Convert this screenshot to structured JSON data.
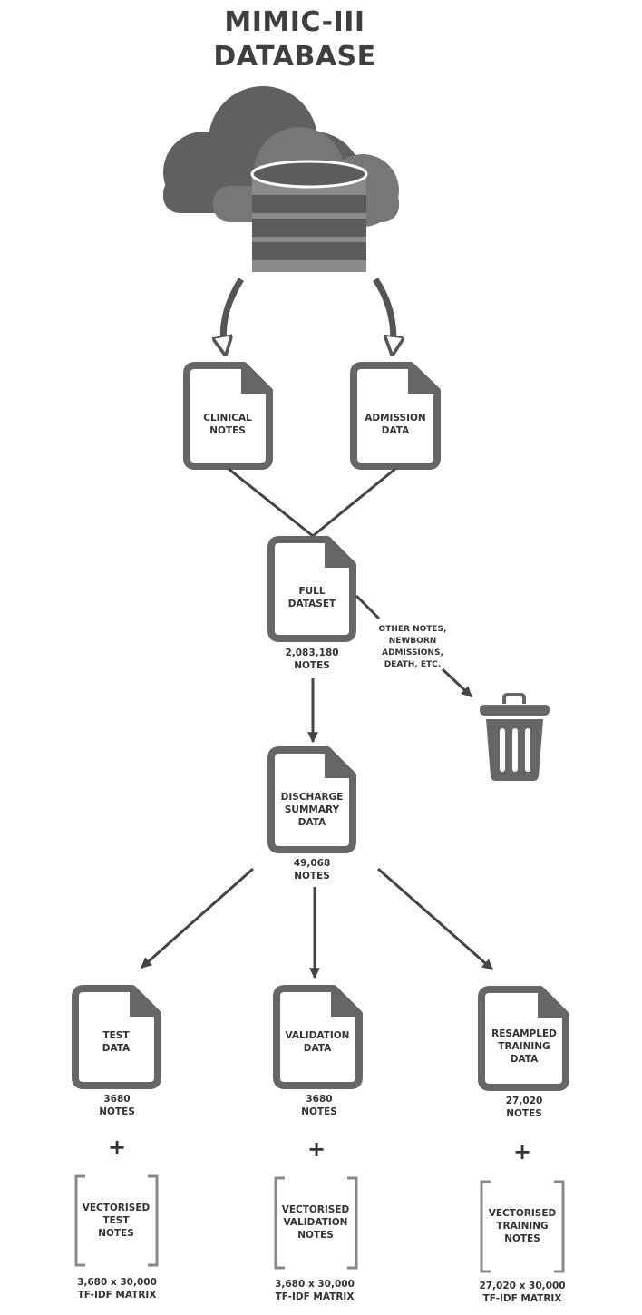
{
  "title": {
    "line1": "MIMIC-III",
    "line2": "DATABASE"
  },
  "docs": {
    "clinical_notes": "CLINICAL\nNOTES",
    "admission_data": "ADMISSION\nDATA",
    "full_dataset": "FULL\nDATASET",
    "discharge_summary": "DISCHARGE\nSUMMARY\nDATA",
    "test_data": "TEST\nDATA",
    "validation_data": "VALIDATION\nDATA",
    "resampled_training": "RESAMPLED\nTRAINING\nDATA"
  },
  "counts": {
    "full_dataset": "2,083,180\nNOTES",
    "discharge_summary": "49,068\nNOTES",
    "test": "3680\nNOTES",
    "validation": "3680\nNOTES",
    "training": "27,020\nNOTES"
  },
  "discarded": "OTHER NOTES,\nNEWBORN\nADMISSIONS,\nDEATH, ETC.",
  "plus": "+",
  "vectors": {
    "test": "VECTORISED\nTEST\nNOTES",
    "validation": "VECTORISED\nVALIDATION\nNOTES",
    "training": "VECTORISED\nTRAINING\nNOTES"
  },
  "matrices": {
    "test": "3,680 x 30,000\nTF-IDF MATRIX",
    "validation": "3,680 x 30,000\nTF-IDF MATRIX",
    "training": "27,020 x 30,000\nTF-IDF MATRIX"
  },
  "icons": {
    "database": "cloud-database-icon",
    "document": "document-icon",
    "trash": "trash-can-icon"
  },
  "colors": {
    "ink": "#3f3f3f",
    "icon_gray": "#6a6a6a",
    "db_light": "#8a8a8a"
  }
}
